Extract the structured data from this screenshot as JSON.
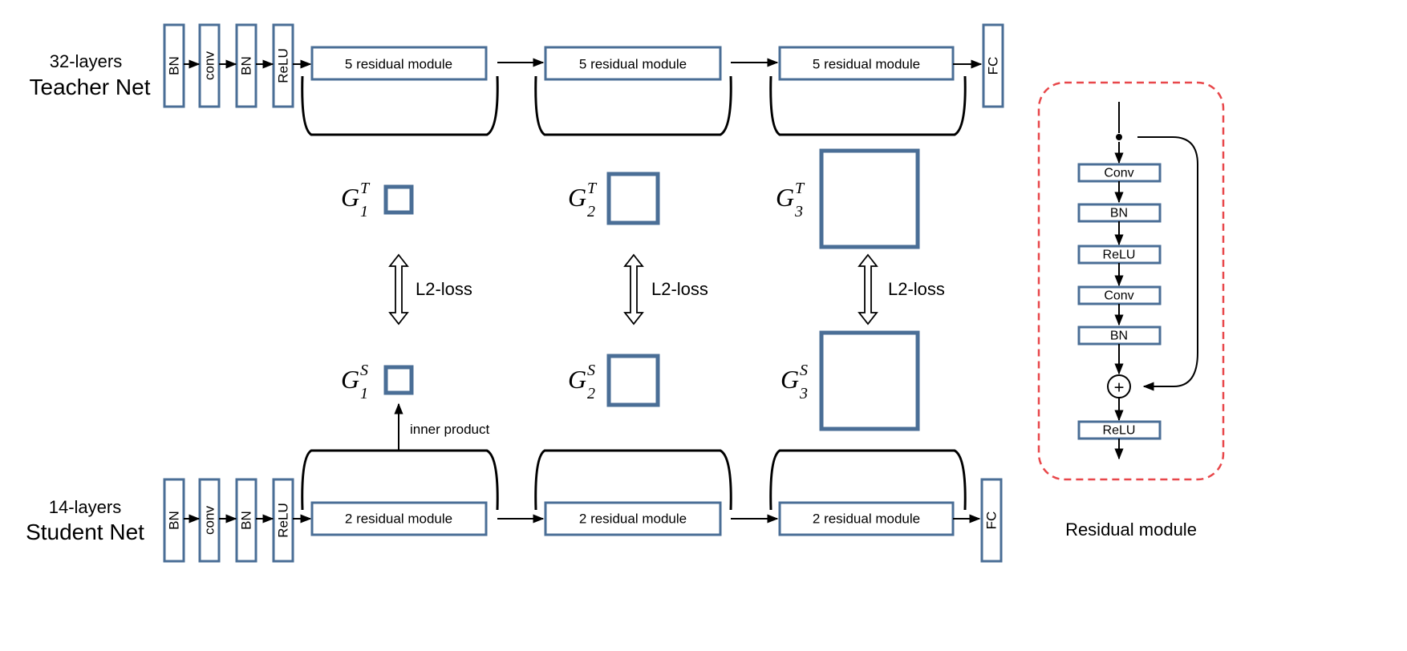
{
  "teacher": {
    "layers_label": "32-layers",
    "name": "Teacher Net",
    "stem": [
      "BN",
      "conv",
      "BN",
      "ReLU"
    ],
    "modules": [
      "5 residual module",
      "5 residual module",
      "5 residual module"
    ],
    "fc_label": "FC"
  },
  "student": {
    "layers_label": "14-layers",
    "name": "Student Net",
    "stem": [
      "BN",
      "conv",
      "BN",
      "ReLU"
    ],
    "modules": [
      "2 residual module",
      "2 residual module",
      "2 residual module"
    ],
    "fc_label": "FC"
  },
  "gram": {
    "teacher": [
      {
        "base": "G",
        "sub": "1",
        "sup": "T"
      },
      {
        "base": "G",
        "sub": "2",
        "sup": "T"
      },
      {
        "base": "G",
        "sub": "3",
        "sup": "T"
      }
    ],
    "student": [
      {
        "base": "G",
        "sub": "1",
        "sup": "S"
      },
      {
        "base": "G",
        "sub": "2",
        "sup": "S"
      },
      {
        "base": "G",
        "sub": "3",
        "sup": "S"
      }
    ]
  },
  "loss_labels": [
    "L2-loss",
    "L2-loss",
    "L2-loss"
  ],
  "inner_product_label": "inner product",
  "residual_module": {
    "title": "Residual module",
    "layers": [
      "Conv",
      "BN",
      "ReLU",
      "Conv",
      "BN"
    ],
    "add_symbol": "+",
    "output_layer": "ReLU"
  },
  "colors": {
    "box_stroke": "#4a6e96",
    "dashed_border": "#e8474a"
  }
}
